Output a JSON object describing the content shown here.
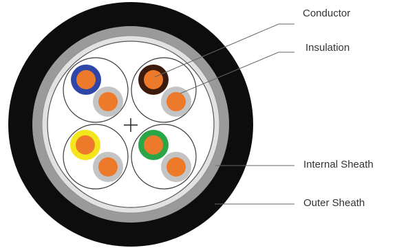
{
  "labels": {
    "conductor": "Conductor",
    "insulation": "Insulation",
    "internal_sheath": "Internal Sheath",
    "outer_sheath": "Outer Sheath"
  },
  "colors": {
    "outer_sheath": "#0d0d0d",
    "internal_sheath": "#9a9a9a",
    "shield": "#e2e2e2",
    "core": "#ffffff",
    "conductor": "#ed7a2a",
    "grey_insulation": "#c4c4c4",
    "blue_insulation": "#2f45a8",
    "brown_insulation": "#3c1a0c",
    "yellow_insulation": "#f5e51d",
    "green_insulation": "#2aa648",
    "leader_line": "#666666"
  },
  "pairs": [
    {
      "name": "blue-pair",
      "insulation_colors": [
        "blue",
        "grey"
      ]
    },
    {
      "name": "brown-pair",
      "insulation_colors": [
        "brown",
        "grey"
      ]
    },
    {
      "name": "yellow-pair",
      "insulation_colors": [
        "yellow",
        "grey"
      ]
    },
    {
      "name": "green-pair",
      "insulation_colors": [
        "green",
        "grey"
      ]
    }
  ]
}
